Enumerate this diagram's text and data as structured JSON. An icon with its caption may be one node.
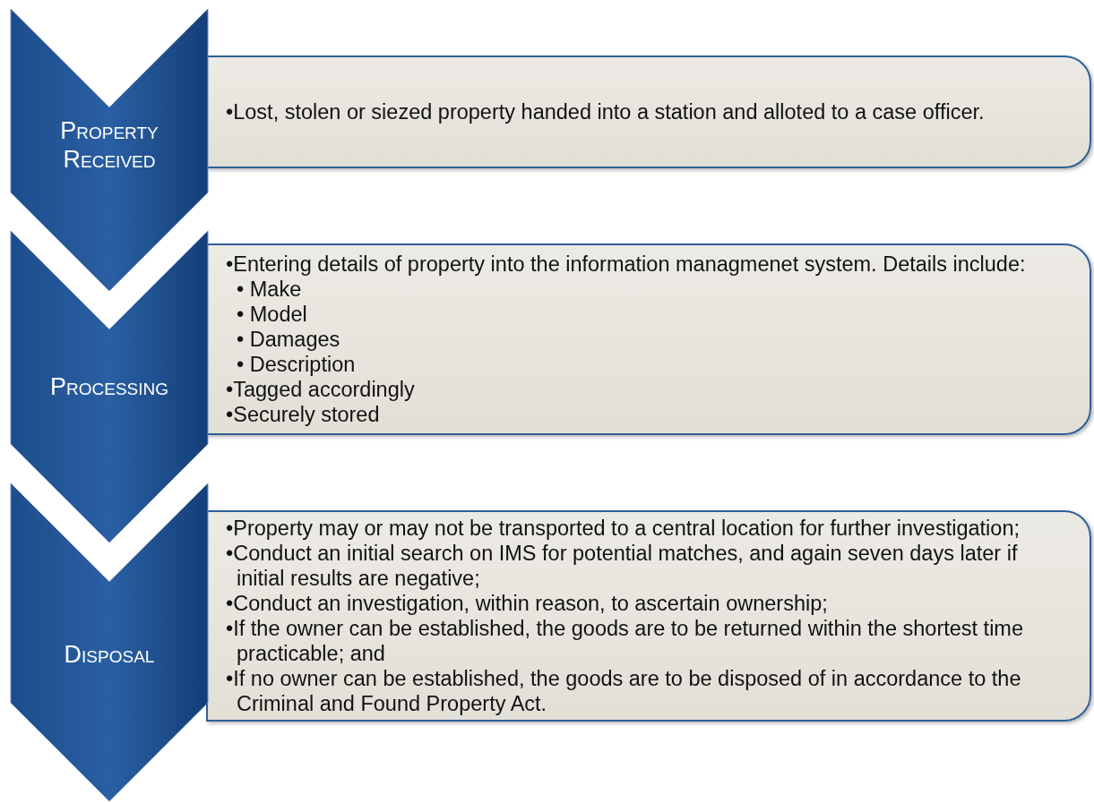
{
  "diagram": {
    "nodes": [
      {
        "text": [
          "Property Received"
        ]
      },
      {
        "text": [
          "•Lost, stolen or siezed property handed into a station and alloted to a case officer."
        ]
      },
      {
        "text": [
          "Processing"
        ]
      },
      {
        "text": [
          "•Entering details of property into the information managmenet system. Details include:",
          "• Make",
          "• Model",
          "• Damages",
          "• Description",
          "•Tagged accordingly",
          "•Securely stored"
        ]
      },
      {
        "text": [
          "Disposal"
        ]
      },
      {
        "text": [
          "•Property may or may not be transported to a central location for further investigation;",
          "•Conduct an initial search on IMS for potential matches, and again seven days later if initial results are negative;",
          "•Conduct an investigation, within reason, to ascertain ownership;",
          "•If the owner can be established, the goods are to be returned within the shortest time practicable; and",
          "•If no owner can be established, the goods are to be disposed of in accordance to the Criminal and Found Property Act."
        ]
      }
    ]
  }
}
